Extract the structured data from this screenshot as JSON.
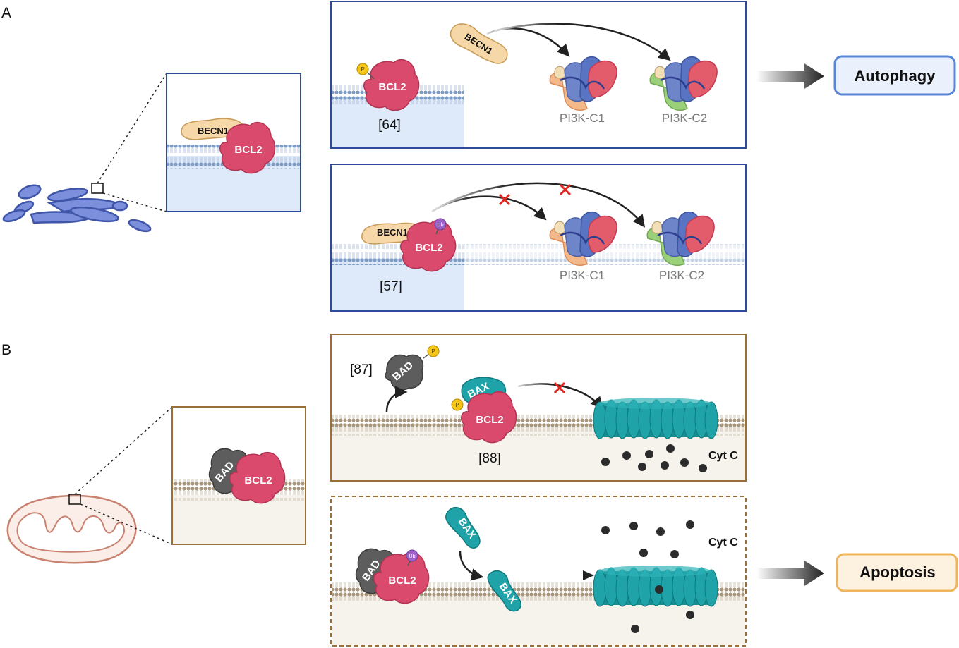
{
  "panels": {
    "a": {
      "letter": "A",
      "top": {
        "bcl2": "BCL2",
        "becn1": "BECN1",
        "phospho": "P",
        "citation": "[64]",
        "pi3k1": "PI3K-C1",
        "pi3k2": "PI3K-C2"
      },
      "bottom": {
        "bcl2": "BCL2",
        "becn1": "BECN1",
        "ubiquitin": "Ub",
        "citation": "[57]",
        "pi3k1": "PI3K-C1",
        "pi3k2": "PI3K-C2"
      },
      "inset": {
        "becn1": "BECN1",
        "bcl2": "BCL2"
      },
      "outcome": "Autophagy"
    },
    "b": {
      "letter": "B",
      "top": {
        "bad": "BAD",
        "bad_phospho": "P",
        "bax": "BAX",
        "bax_phospho": "P",
        "bcl2": "BCL2",
        "citation_bad": "[87]",
        "citation_bcl2": "[88]",
        "cytc": "Cyt C"
      },
      "bottom": {
        "bad": "BAD",
        "bcl2": "BCL2",
        "ubiquitin": "Ub",
        "bax_free": "BAX",
        "bax_membrane": "BAX",
        "cytc": "Cyt C"
      },
      "inset": {
        "bad": "BAD",
        "bcl2": "BCL2"
      },
      "outcome": "Apoptosis"
    }
  },
  "colors": {
    "er_blue": "#5b6fc4",
    "panel_a_border": "#2e4a9a",
    "panel_b_border": "#9a6f3a",
    "bcl2": "#d94a6c",
    "becn1": "#f6d7a7",
    "bad": "#5d5d5d",
    "bax": "#1fa3a8",
    "autophagy_box": "#5a86d8",
    "apoptosis_box": "#f0b45a"
  }
}
